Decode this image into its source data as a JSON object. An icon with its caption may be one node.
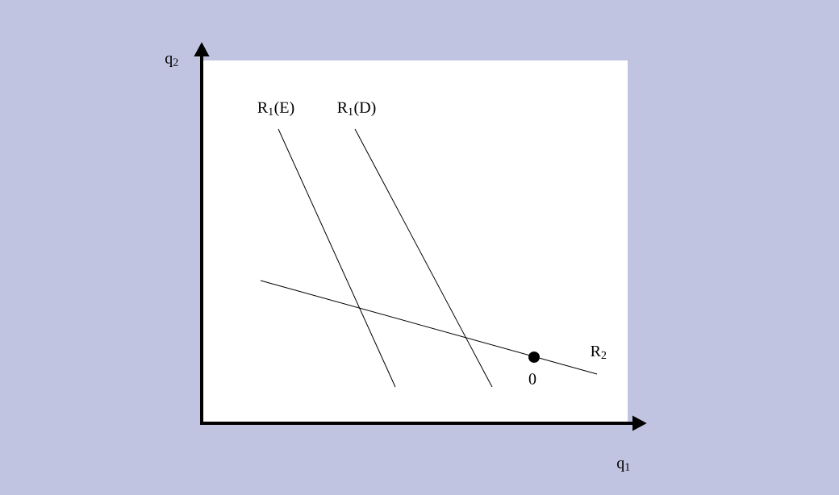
{
  "diagram": {
    "labels": [
      "q$_{2}$",
      "R$_{1}$(E)",
      "R$_{1}$(D)",
      "R$_{2}$",
      "0",
      "q$_{1}$"
    ]
  }
}
